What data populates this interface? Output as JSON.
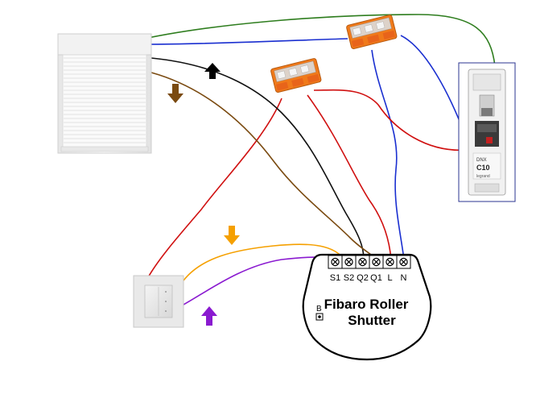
{
  "module": {
    "title_line1": "Fibaro Roller",
    "title_line2": "Shutter",
    "b_button_label": "B",
    "terminals": [
      "S1",
      "S2",
      "Q2",
      "Q1",
      "L",
      "N"
    ]
  },
  "breaker": {
    "text_model": "DNX",
    "text_rating": "C10",
    "text_brand": "legrand"
  },
  "colors": {
    "live": "#d01010",
    "neutral": "#1a2fd0",
    "earth": "#2e7d1e",
    "motor_up": "#111111",
    "motor_down": "#7a4a10",
    "switch_s1": "#f5a000",
    "switch_s2": "#8a1ad0",
    "connector": "#f07a1a"
  },
  "icons": {
    "shutter": "roller-shutter-icon",
    "wall_switch": "wall-switch-icon",
    "breaker": "circuit-breaker-icon",
    "connector": "wago-connector-icon",
    "arrow_up": "arrow-up-icon",
    "arrow_down": "arrow-down-icon"
  }
}
